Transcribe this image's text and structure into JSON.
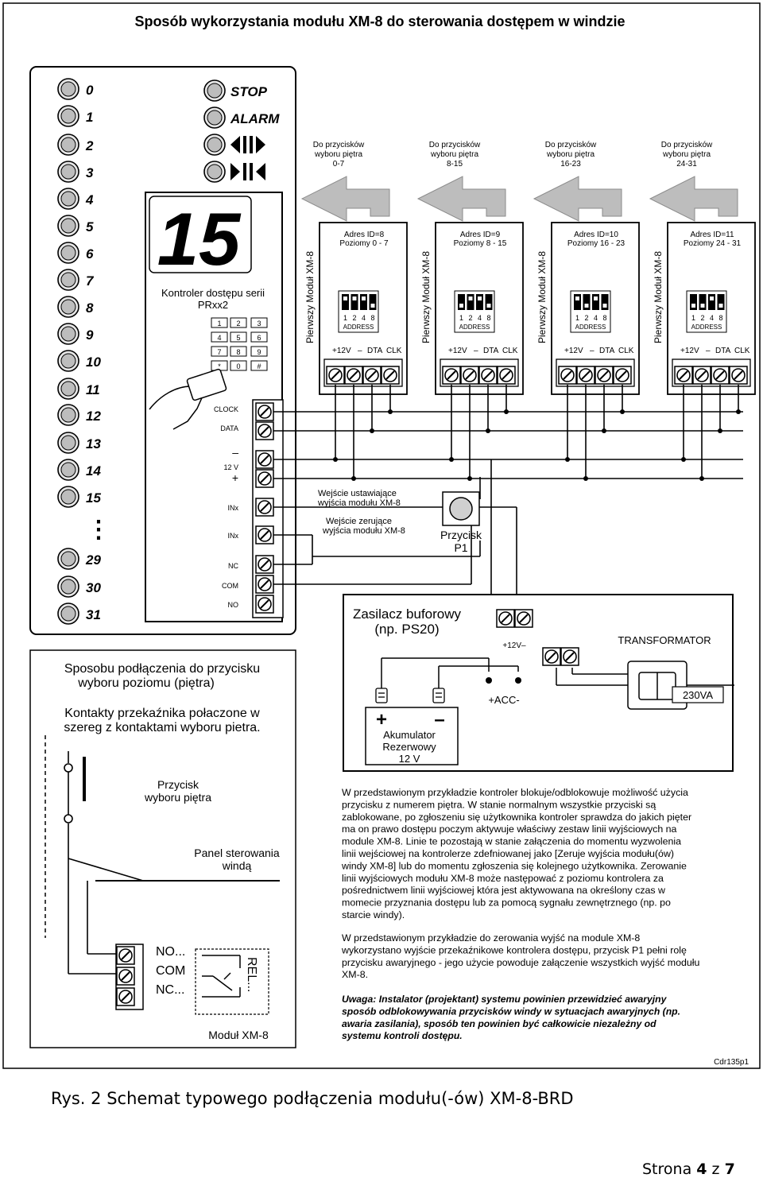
{
  "title": "Sposób wykorzystania modułu XM-8 do sterowania dostępem w windzie",
  "floor_buttons": [
    "0",
    "1",
    "2",
    "3",
    "4",
    "5",
    "6",
    "7",
    "8",
    "9",
    "10",
    "11",
    "12",
    "13",
    "14",
    "15",
    "29",
    "30",
    "31"
  ],
  "dots": "⋮",
  "panel_buttons": [
    "STOP",
    "ALARM"
  ],
  "display_value": "15",
  "controller": {
    "label_line1": "Kontroler dostępu serii",
    "label_line2": "PRxx2",
    "keys": [
      "1",
      "2",
      "3",
      "4",
      "5",
      "6",
      "7",
      "8",
      "9",
      "*",
      "0",
      "#"
    ],
    "terminals": [
      "CLOCK",
      "DATA",
      "–",
      "12 V",
      "+",
      "INx",
      "INx",
      "NC",
      "COM",
      "NO"
    ]
  },
  "modules": [
    {
      "to_buttons_l1": "Do przycisków",
      "to_buttons_l2": "wyboru piętra",
      "to_buttons_l3": "0-7",
      "address": "Adres ID=8",
      "levels": "Poziomy 0 - 7",
      "side_label": "Pierwszy Moduł XM-8"
    },
    {
      "to_buttons_l1": "Do przycisków",
      "to_buttons_l2": "wyboru piętra",
      "to_buttons_l3": "8-15",
      "address": "Adres ID=9",
      "levels": "Poziomy 8 - 15",
      "side_label": "Pierwszy Moduł XM-8"
    },
    {
      "to_buttons_l1": "Do przycisków",
      "to_buttons_l2": "wyboru piętra",
      "to_buttons_l3": "16-23",
      "address": "Adres ID=10",
      "levels": "Poziomy 16 - 23",
      "side_label": "Pierwszy Moduł XM-8"
    },
    {
      "to_buttons_l1": "Do przycisków",
      "to_buttons_l2": "wyboru piętra",
      "to_buttons_l3": "24-31",
      "address": "Adres ID=11",
      "levels": "Poziomy 24 - 31",
      "side_label": "Pierwszy Moduł XM-8"
    }
  ],
  "module_common": {
    "dip_numbers": [
      "1",
      "2",
      "4",
      "8"
    ],
    "dip_label": "ADDRESS",
    "terminal_plus": "+12V",
    "terminal_minus": "–",
    "terminal_dta": "DTA",
    "terminal_clk": "CLK"
  },
  "inputs": {
    "set_l1": "Wejście ustawiające",
    "set_l2": "wyjścia modułu XM-8",
    "reset_l1": "Wejście zerujące",
    "reset_l2": "wyjścia modułu XM-8",
    "button_l1": "Przycisk",
    "button_l2": "P1"
  },
  "psu": {
    "title_l1": "Zasilacz buforowy",
    "title_l2": "(np. PS20)",
    "plus_label": "+12V–",
    "acc_label": "+ACC-",
    "transformer": "TRANSFORMATOR",
    "mains": "230VA",
    "battery_plus": "+",
    "battery_minus": "–",
    "battery_l1": "Akumulator",
    "battery_l2": "Rezerwowy",
    "battery_l3": "12 V"
  },
  "connection_box": {
    "heading_l1": "Sposobu podłączenia do przycisku",
    "heading_l2": "wyboru poziomu (piętra)",
    "note_l1": "Kontakty przekaźnika połaczone w",
    "note_l2": "szereg z kontaktami wyboru pietra.",
    "button_l1": "Przycisk",
    "button_l2": "wyboru piętra",
    "panel_l1": "Panel sterowania",
    "panel_l2": "windą",
    "relay_terms": [
      "NO...",
      "COM",
      "NC..."
    ],
    "relay_label": "REL...",
    "module_label": "Moduł XM-8"
  },
  "description": {
    "p1": [
      "W przedstawionym przykładzie kontroler blokuje/odblokowuje możliwość użycia",
      "przycisku z numerem piętra. W stanie normalnym wszystkie przyciski są",
      "zablokowane, po zgłoszeniu się użytkownika kontroler sprawdza do jakich pięter",
      "ma on prawo dostępu poczym aktywuje właściwy zestaw linii wyjściowych na",
      "module XM-8. Linie te pozostają w stanie załączenia do momentu wyzwolenia",
      "linii wejściowej na kontrolerze zdefniowanej jako [Zeruje wyjścia modułu(ów)",
      "windy XM-8] lub do momentu zgłoszenia się kolejnego użytkownika.  Zerowanie",
      "linii wyjściowych modułu XM-8 może następować z poziomu kontrolera za",
      "pośrednictwem linii  wyjściowej która jest aktywowana na określony czas w",
      "momecie przyznania dostępu lub za pomocą sygnału zewnętrznego (np. po",
      "starcie windy)."
    ],
    "p2": [
      "W przedstawionym przykładzie do zerowania wyjść na module XM-8",
      "wykorzystano wyjście przekaźnikowe kontrolera dostępu, przycisk P1 pełni rolę",
      "przycisku awaryjnego - jego użycie powoduje załączenie wszystkich wyjść modułu",
      "XM-8."
    ],
    "warning": [
      "Uwaga: Instalator (projektant) systemu powinien  przewidzieć awaryjny",
      "sposób odblokowywania przycisków windy w sytuacjach awaryjnych (np.",
      "awaria zasilania), sposób ten powinien być całkowicie niezależny od",
      "systemu kontroli dostępu."
    ]
  },
  "ref_code": "Cdr135p1",
  "figure_caption": "Rys. 2 Schemat typowego podłączenia modułu(-ów) XM-8-BRD",
  "page": {
    "word": "Strona",
    "current": "4",
    "of": "z",
    "total": "7"
  }
}
